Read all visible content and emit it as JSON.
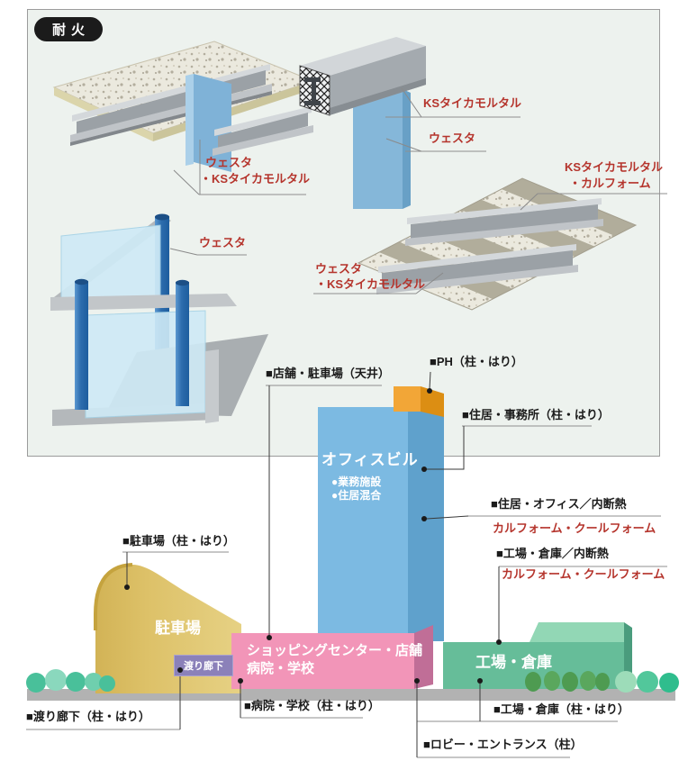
{
  "fire_badge": "耐火",
  "panel_labels": {
    "ceiling": {
      "l1": "ウェスタ",
      "l2": "・KSタイカモルタル"
    },
    "box_mortar": "KSタイカモルタル",
    "box_westa": "ウェスタ",
    "deck_right": {
      "l1": "KSタイカモルタル",
      "l2": "・カルフォーム"
    },
    "balcony": "ウェスタ",
    "deck_left": {
      "l1": "ウェスタ",
      "l2": "・KSタイカモルタル"
    }
  },
  "buildings": {
    "office": {
      "name": "オフィスビル",
      "b1": "●業務施設",
      "b2": "●住居混合"
    },
    "parking": "駐車場",
    "corridor": "渡り廊下",
    "shopping1": "ショッピングセンター・店舗",
    "shopping2": "病院・学校",
    "factory": "工場・倉庫"
  },
  "callouts": {
    "parking": "■駐車場（柱・はり）",
    "store_ceiling": "■店舗・駐車場（天井）",
    "ph": "■PH（柱・はり）",
    "residence_office": "■住居・事務所（柱・はり）",
    "residence_ins": "■住居・オフィス／内断熱",
    "residence_ins_material": "カルフォーム・クールフォーム",
    "factory_ins": "■工場・倉庫／内断熱",
    "factory_ins_material": "カルフォーム・クールフォーム",
    "corridor": "■渡り廊下（柱・はり）",
    "hospital": "■病院・学校（柱・はり）",
    "factory": "■工場・倉庫（柱・はり）",
    "lobby": "■ロビー・エントランス（柱）"
  },
  "colors": {
    "accent_red": "#b5342c",
    "ink": "#1b1b1b",
    "panel_bg": "#edf2ee",
    "office_front": "#7cbae2",
    "office_side": "#5fa1cc",
    "ph_orange": "#f2a637",
    "parking_yellow": "#ddc168",
    "pink_front": "#f295b8",
    "pink_side": "#c06e97",
    "green_front": "#66bd99",
    "green_roof": "#92d7b5",
    "corridor_purple": "#8b81b9",
    "steel_gray": "#9ba1a6",
    "column_blue": "#7fb2d7",
    "ground_gray": "#b2b2b2"
  }
}
